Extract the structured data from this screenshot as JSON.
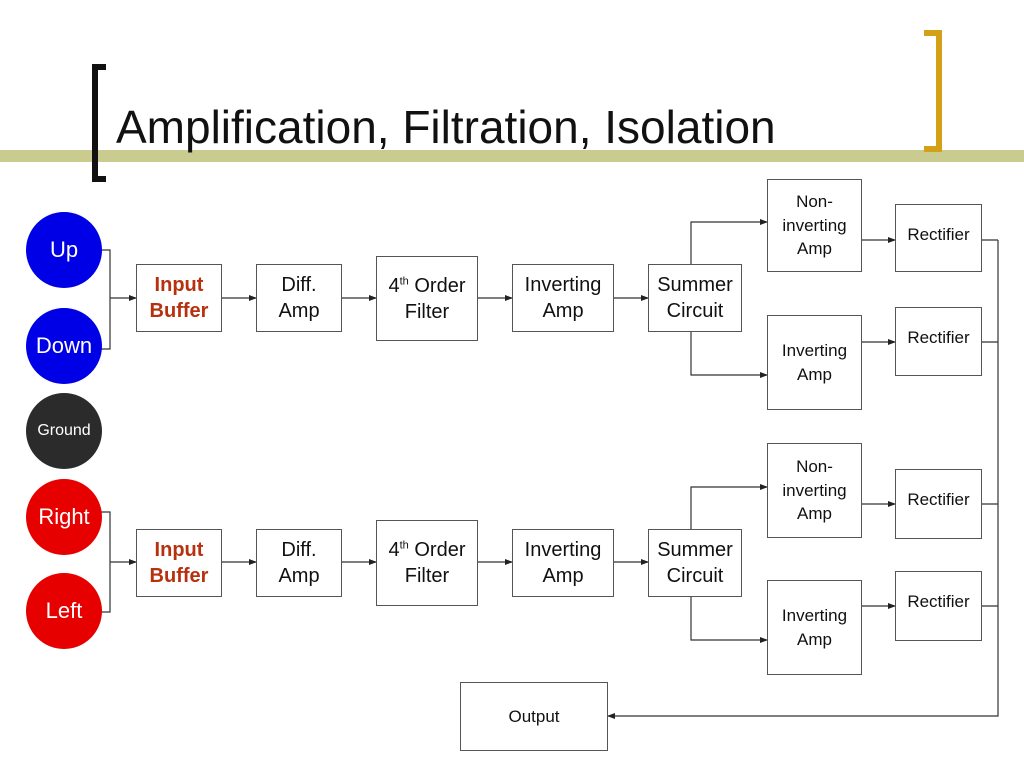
{
  "title": "Amplification, Filtration, Isolation",
  "inputs": {
    "up": "Up",
    "down": "Down",
    "ground": "Ground",
    "right": "Right",
    "left": "Left"
  },
  "stages": {
    "input_buffer": [
      "Input",
      "Buffer"
    ],
    "diff_amp": [
      "Diff.",
      "Amp"
    ],
    "filter_sup_base": "4",
    "filter_sup": "th",
    "filter_order": "Order",
    "filter_line2": "Filter",
    "inverting_amp": [
      "Inverting",
      "Amp"
    ],
    "summer": [
      "Summer",
      "Circuit"
    ],
    "non_inverting_amp": [
      "Non-",
      "inverting",
      "Amp"
    ],
    "rectifier": "Rectifier",
    "output": "Output"
  },
  "colors": {
    "up_down": "#0000e6",
    "ground": "#2b2b2b",
    "right_left": "#e60000",
    "input_buffer_text": "#b8310e",
    "title_accent": "#c9cc8e",
    "right_bracket": "#d4a017"
  }
}
